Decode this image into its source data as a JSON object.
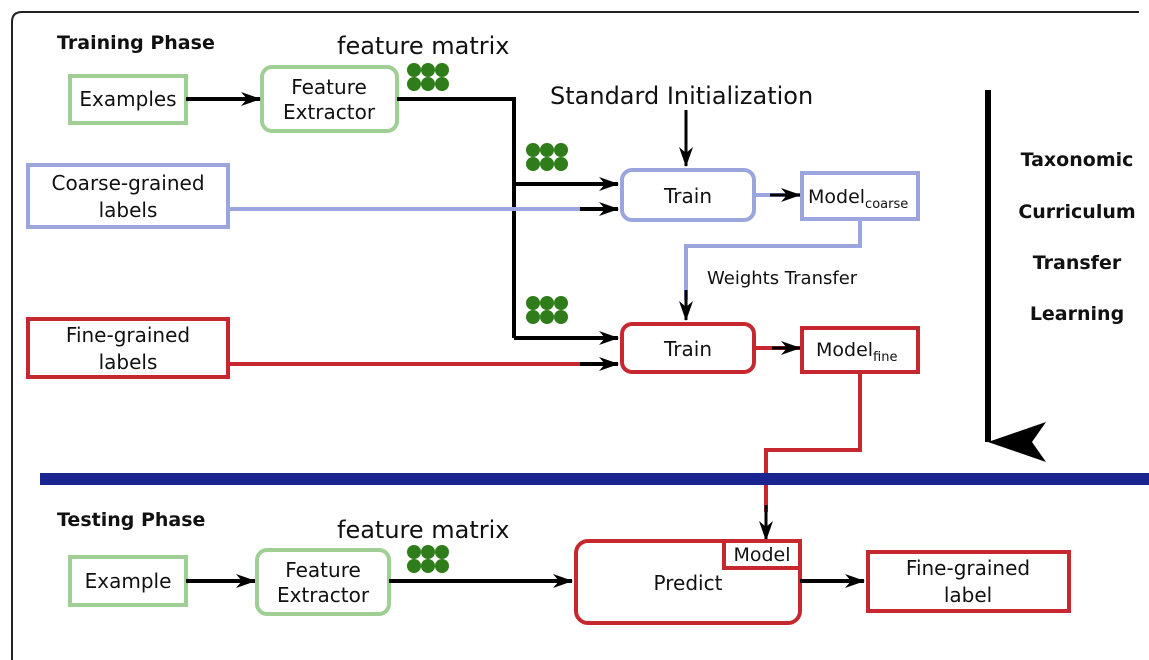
{
  "training_phase": {
    "title": "Training Phase",
    "feature_matrix_label": "feature matrix",
    "examples_label": "Examples",
    "feature_extractor_line1": "Feature",
    "feature_extractor_line2": "Extractor",
    "standard_init_label": "Standard Initialization",
    "coarse_labels_line1": "Coarse-grained",
    "coarse_labels_line2": "labels",
    "fine_labels_line1": "Fine-grained",
    "fine_labels_line2": "labels",
    "train_label": "Train",
    "model_label": "Model",
    "coarse_subscript": "coarse",
    "fine_subscript": "fine",
    "weights_transfer_label": "Weights Transfer"
  },
  "side_caption": {
    "line1": "Taxonomic",
    "line2": "Curriculum",
    "line3": "Transfer",
    "line4": "Learning"
  },
  "testing_phase": {
    "title": "Testing Phase",
    "feature_matrix_label": "feature matrix",
    "example_label": "Example",
    "feature_extractor_line1": "Feature",
    "feature_extractor_line2": "Extractor",
    "model_label": "Model",
    "predict_label": "Predict",
    "output_line1": "Fine-grained",
    "output_line2": "label"
  },
  "colors": {
    "green_box": "#9fcf94",
    "blue_box": "#9aa6dd",
    "red_box": "#c7282f",
    "dots": "#2f7d1a",
    "separator": "#1a2490",
    "arrow": "#000000"
  }
}
